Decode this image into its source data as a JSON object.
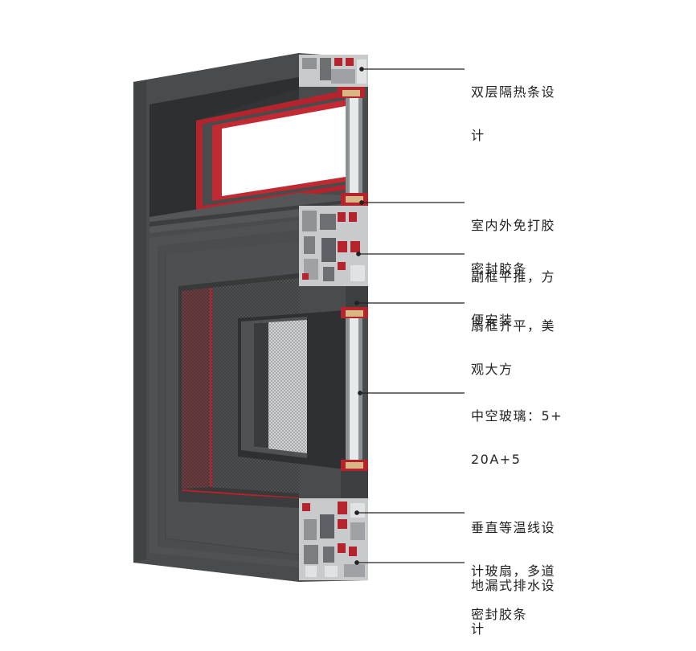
{
  "colors": {
    "frame": "#4a4b4d",
    "frame_dark": "#3a3b3d",
    "frame_light": "#5a5b5d",
    "gasket_red": "#b5232d",
    "aluminum": "#c9cacc",
    "glass": "#9fa7ab",
    "leader": "#222222",
    "text": "#222222"
  },
  "callouts": [
    {
      "name": "double-thermal-break",
      "lines": [
        "双层隔热条设",
        "计"
      ]
    },
    {
      "name": "seal-strip",
      "lines": [
        "室内外免打胶",
        "密封胶条"
      ]
    },
    {
      "name": "sub-frame",
      "lines": [
        "副框平推，方",
        "便安装"
      ]
    },
    {
      "name": "sash-flush",
      "lines": [
        "扇框齐平，美",
        "观大方"
      ]
    },
    {
      "name": "insulated-glass",
      "lines": [
        "中空玻璃：5+",
        "20A+5"
      ]
    },
    {
      "name": "isothermal-line",
      "lines": [
        "垂直等温线设",
        "计玻扇，多道",
        "密封胶条"
      ]
    },
    {
      "name": "floor-drain",
      "lines": [
        "地漏式排水设",
        "计"
      ]
    }
  ]
}
